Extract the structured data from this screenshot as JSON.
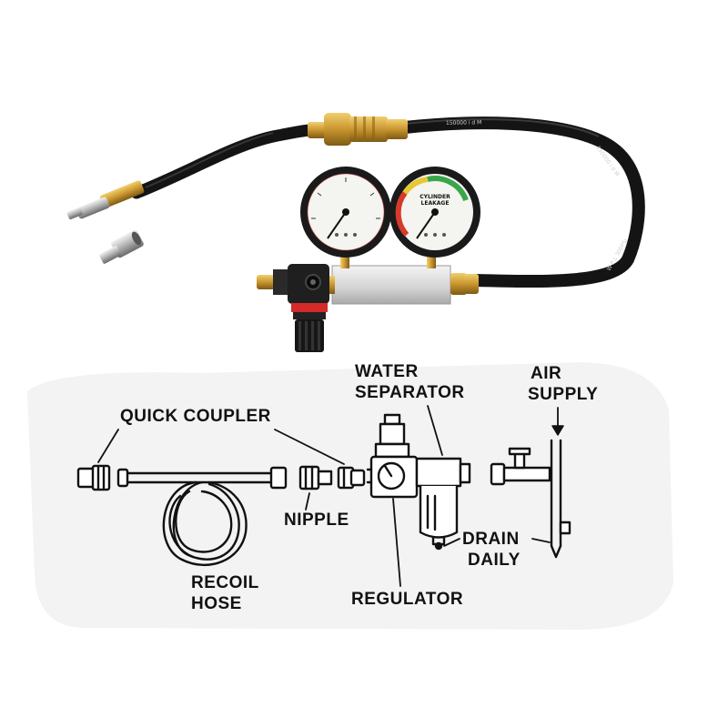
{
  "photo": {
    "hose_print_upper": "150000 i d M",
    "hose_print_right": "150000 i d M",
    "hose_print_lower": "W P L 300PSI",
    "gauge_right_label_line1": "CYLINDER",
    "gauge_right_label_line2": "LEAKAGE"
  },
  "diagram": {
    "labels": {
      "quick_coupler": "QUICK COUPLER",
      "water_separator_line1": "WATER",
      "water_separator_line2": "SEPARATOR",
      "air_supply_line1": "AIR",
      "air_supply_line2": "SUPPLY",
      "nipple": "NIPPLE",
      "recoil_hose_line1": "RECOIL",
      "recoil_hose_line2": "HOSE",
      "regulator": "REGULATOR",
      "drain_daily_line1": "DRAIN",
      "drain_daily_line2": "DAILY"
    }
  },
  "colors": {
    "hose": "#141414",
    "brass": "#c9962f",
    "brass_dark": "#8a6418",
    "gauge_bezel": "#1a1a1a",
    "aluminum": "#d8d8d8",
    "regulator_red": "#d42a2a",
    "zone_green": "#3aa64a",
    "zone_yellow": "#e8c830",
    "zone_red": "#d63a2a",
    "diagram_bg": "#f3f3f3",
    "ink": "#111111"
  }
}
